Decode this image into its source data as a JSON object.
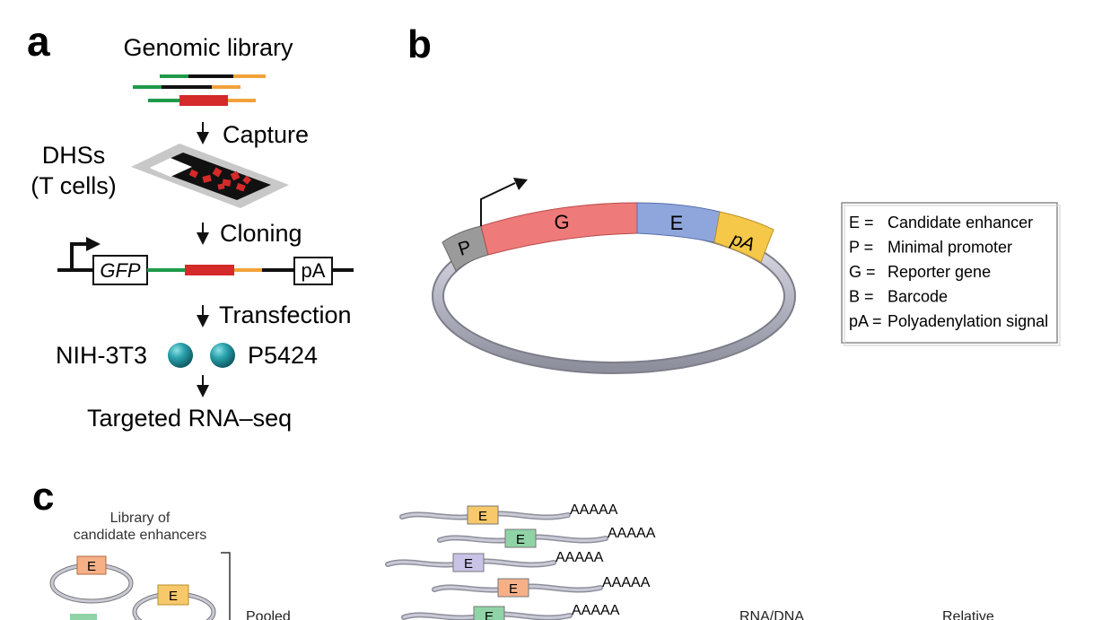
{
  "panel_a": {
    "letter": "a",
    "genomic_library": "Genomic library",
    "capture": "Capture",
    "dhs_line1": "DHSs",
    "dhs_line2": "(T cells)",
    "cloning": "Cloning",
    "gfp": "GFP",
    "pa": "pA",
    "transfection": "Transfection",
    "cell_line_1": "NIH-3T3",
    "cell_line_2": "P5424",
    "targeted": "Targeted RNA–seq"
  },
  "panel_b": {
    "letter": "b",
    "seg_p": "P",
    "seg_g": "G",
    "seg_e": "E",
    "seg_pa": "pA",
    "legend": [
      {
        "key": "E =",
        "value": "Candidate enhancer"
      },
      {
        "key": "P =",
        "value": "Minimal promoter"
      },
      {
        "key": "G =",
        "value": "Reporter gene"
      },
      {
        "key": "B =",
        "value": "Barcode"
      },
      {
        "key": "pA =",
        "value": "Polyadenylation signal"
      }
    ]
  },
  "panel_c": {
    "letter": "c",
    "library_line1": "Library of",
    "library_line2": "candidate enhancers",
    "plasmid_e": "E",
    "pooled": "Pooled",
    "rna_dna": "RNA/DNA",
    "relative": "Relative",
    "transcripts": [
      {
        "label": "E",
        "tail": "AAAAA",
        "color": "#f7c96a"
      },
      {
        "label": "E",
        "tail": "AAAAA",
        "color": "#8fd3a6"
      },
      {
        "label": "E",
        "tail": "AAAAA",
        "color": "#c9c3e8"
      },
      {
        "label": "E",
        "tail": "AAAAA",
        "color": "#f6b088"
      },
      {
        "label": "E",
        "tail": "AAAAA",
        "color": "#8fd3a6"
      }
    ]
  },
  "colors": {
    "green": "#1f9a4a",
    "black": "#111111",
    "orange": "#f2a23a",
    "red": "#d42a2a",
    "teal": "#1c8c96",
    "plasmid_gray": "#c9cad6",
    "gene_red": "#ef7a7a",
    "enh_blue": "#8fa6dd",
    "pa_yellow": "#f5c84a",
    "prom_gray": "#9a9a9a"
  }
}
